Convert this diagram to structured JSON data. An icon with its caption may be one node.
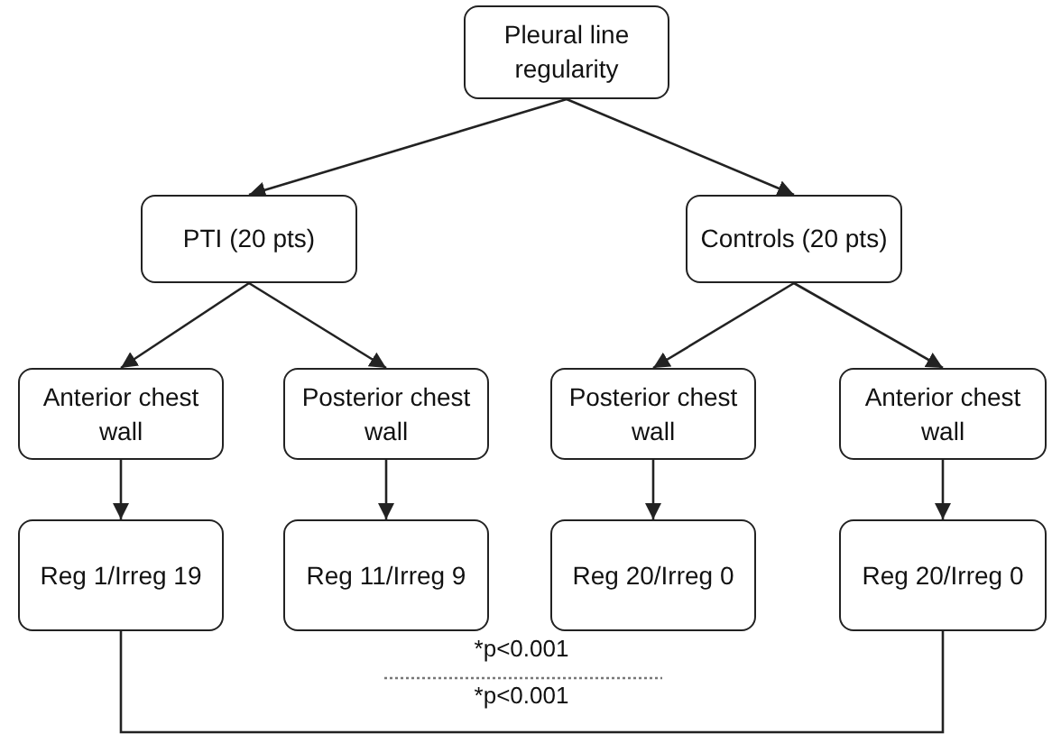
{
  "diagram": {
    "nodes": [
      {
        "text": [
          "Pleural line regularity"
        ]
      },
      {
        "text": [
          "PTI (20 pts)"
        ]
      },
      {
        "text": [
          "Controls (20 pts)"
        ]
      },
      {
        "text": [
          "Anterior chest wall"
        ]
      },
      {
        "text": [
          "Posterior chest wall"
        ]
      },
      {
        "text": [
          "Posterior chest wall"
        ]
      },
      {
        "text": [
          "Anterior chest wall"
        ]
      },
      {
        "text": [
          "Reg 1/Irreg 19"
        ]
      },
      {
        "text": [
          "Reg 11/Irreg 9"
        ]
      },
      {
        "text": [
          "Reg 20/Irreg 0"
        ]
      },
      {
        "text": [
          "Reg 20/Irreg 0"
        ]
      }
    ],
    "edges": [
      {
        "from": 0,
        "to": 1,
        "arrow": "to"
      },
      {
        "from": 0,
        "to": 2,
        "arrow": "to"
      },
      {
        "from": 1,
        "to": 3,
        "arrow": "to"
      },
      {
        "from": 1,
        "to": 4,
        "arrow": "to"
      },
      {
        "from": 2,
        "to": 5,
        "arrow": "to"
      },
      {
        "from": 2,
        "to": 6,
        "arrow": "to"
      },
      {
        "from": 3,
        "to": 7,
        "arrow": "to"
      },
      {
        "from": 4,
        "to": 8,
        "arrow": "to"
      },
      {
        "from": 5,
        "to": 9,
        "arrow": "to"
      },
      {
        "from": 6,
        "to": 10,
        "arrow": "to"
      }
    ],
    "labels": [
      "*p<0.001",
      "*p<0.001"
    ]
  }
}
